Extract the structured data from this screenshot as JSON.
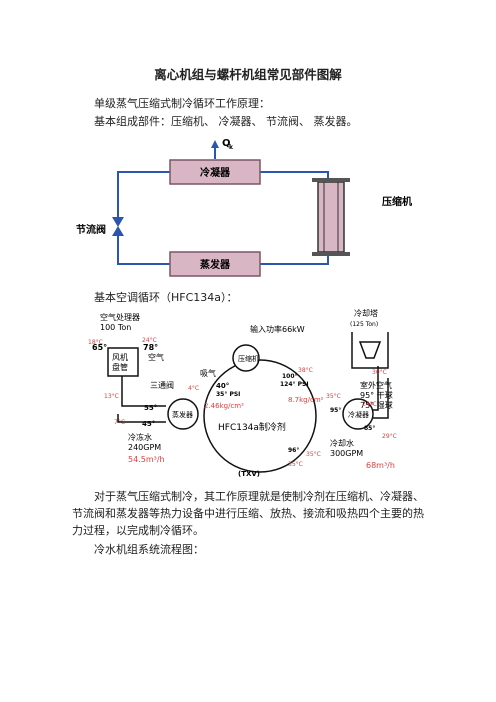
{
  "title": "离心机组与螺杆机组常见部件图解",
  "intro": {
    "line1": "单级蒸气压缩式制冷循环工作原理：",
    "line2": "基本组成部件：压缩机、 冷凝器、 节流阀、 蒸发器。"
  },
  "diagram1": {
    "heat_label": "Q",
    "heat_sub": "k",
    "condenser": "冷凝器",
    "evaporator": "蒸发器",
    "compressor": "压缩机",
    "valve": "节流阀",
    "box_fill": "#d8b6c4",
    "line_color": "#2a55b0"
  },
  "section2_heading": "基本空调循环（HFC134a）：",
  "diagram2": {
    "air_handler": "空气处理器",
    "air_handler_cap": "100  Ton",
    "t_65": "65°",
    "t_78": "78°",
    "fan_coil_1": "风机",
    "fan_coil_2": "盘管",
    "air": "空气",
    "three_way": "三通阀",
    "t_55": "55°",
    "t_45": "45°",
    "evap": "蒸发器",
    "chilled_water": "冷冻水",
    "chilled_gpm": "240GPM",
    "chilled_flow": "54.5m³/h",
    "power_in": "输入功率66kW",
    "compressor": "压缩机",
    "suction": "吸气",
    "suction_t": "40°",
    "suction_p": "35° PSI",
    "suction_kg": "2.46kg/cm²",
    "discharge_t": "100°",
    "discharge_p": "124° PSI",
    "discharge_kg": "8.7kg/cm²",
    "refrigerant": "HFC134a制冷剂",
    "cond": "冷凝器",
    "t_95": "95°",
    "t_85": "85°",
    "t_96": "96°",
    "txv": "(TXV)",
    "cooling_tower": "冷却塔",
    "tower_cap": "(125 Ton)",
    "outdoor_air": "室外空气",
    "dry_bulb": "95° 干球",
    "wet_bulb": "75° 湿球",
    "cooling_water": "冷却水",
    "cooling_gpm": "300GPM",
    "cooling_flow": "68m³/h",
    "red_18c": "18°C",
    "red_24c_a": "24°C",
    "red_13c": "13°C",
    "red_7c": "7°C",
    "red_4c": "4°C",
    "red_38c": "38°C",
    "red_35c_a": "35°C",
    "red_35c_b": "35°C",
    "red_35c_c": "35°C",
    "red_29c": "29°C",
    "red_24c_b": "24°C",
    "red_30c": "30°C"
  },
  "paragraph": "对于蒸气压缩式制冷，其工作原理就是使制冷剂在压缩机、冷凝器、节流阀和蒸发器等热力设备中进行压缩、放热、接流和吸热四个主要的热力过程，以完成制冷循环。",
  "section3_heading": "冷水机组系统流程图："
}
